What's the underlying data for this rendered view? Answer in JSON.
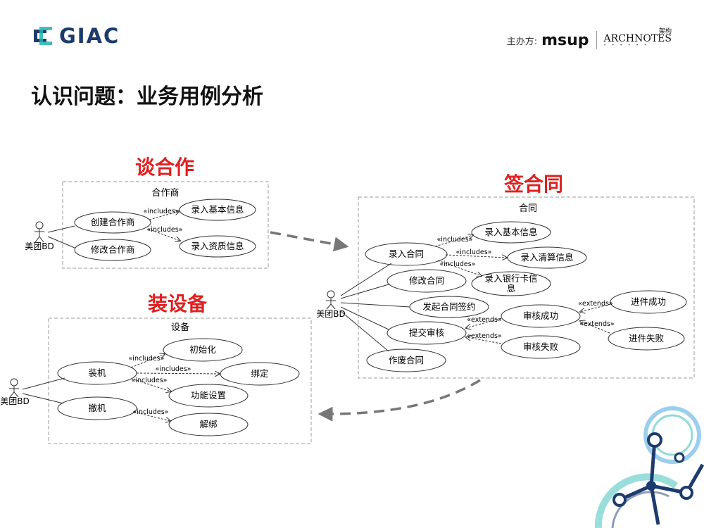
{
  "header": {
    "logo_text": "GIAC",
    "organizer_label": "主办方:",
    "msup_text": "msup",
    "archnotes_text": "ARCHNOTES",
    "archnotes_cn": "架构"
  },
  "page_title": "认识问题：业务用例分析",
  "groups": {
    "negotiate": {
      "title": "谈合作",
      "box_label": "合作商",
      "actor": "美团BD",
      "use_cases": [
        "创建合作商",
        "修改合作商",
        "录入基本信息",
        "录入资质信息"
      ],
      "relations": [
        "«includes»",
        "«includes»"
      ]
    },
    "sign": {
      "title": "签合同",
      "box_label": "合同",
      "actor": "美团BD",
      "use_cases": [
        "录入合同",
        "修改合同",
        "发起合同签约",
        "提交审核",
        "作废合同",
        "录入基本信息",
        "录入清算信息",
        "录入银行卡信息",
        "审核成功",
        "审核失败",
        "进件成功",
        "进件失败"
      ],
      "relations": [
        "«includes»",
        "«includes»",
        "«includes»",
        "«extends»",
        "«extends»",
        "«extends»",
        "«extends»"
      ]
    },
    "install": {
      "title": "装设备",
      "box_label": "设备",
      "actor": "美团BD",
      "use_cases": [
        "装机",
        "撤机",
        "初始化",
        "绑定",
        "功能设置",
        "解绑"
      ],
      "relations": [
        "«includes»",
        "«includes»",
        "«includes»",
        "«includes»"
      ]
    }
  },
  "colors": {
    "accent": "#e02020",
    "brand": "#1d3b6f",
    "teal": "#1fb5b0"
  }
}
